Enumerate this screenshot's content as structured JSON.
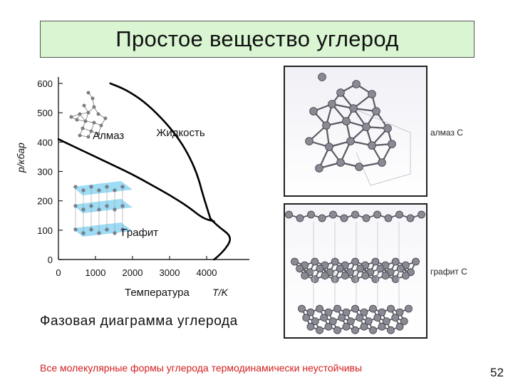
{
  "title": "Простое вещество углерод",
  "caption": "Фазовая диаграмма углерода",
  "footnote": "Все молекулярные формы углерода термодинамически неустойчивы",
  "page_number": "52",
  "crystal_labels": {
    "diamond": "алмаз С",
    "graphite": "графит С"
  },
  "colors": {
    "title_background": "#d9f5d2",
    "footnote": "#d42020",
    "layer_plane": "#7ecff0",
    "atom": "#808088"
  },
  "chart_data": {
    "type": "phase-diagram",
    "xlabel": "Температура",
    "xlabel_unit": "T/K",
    "ylabel": "p/кбар",
    "x_ticks": [
      0,
      1000,
      2000,
      3000,
      4000
    ],
    "y_ticks": [
      0,
      100,
      200,
      300,
      400,
      500,
      600
    ],
    "xlim": [
      0,
      5000
    ],
    "ylim": [
      0,
      600
    ],
    "region_labels": [
      {
        "name": "Алмаз",
        "x": 1350,
        "y": 410
      },
      {
        "name": "Жидкость",
        "x": 3300,
        "y": 420
      },
      {
        "name": "Графит",
        "x": 2200,
        "y": 80
      }
    ],
    "boundaries": [
      {
        "name": "diamond-graphite",
        "points": [
          [
            0,
            410
          ],
          [
            500,
            380
          ],
          [
            1000,
            350
          ],
          [
            1500,
            320
          ],
          [
            2000,
            290
          ],
          [
            2500,
            255
          ],
          [
            3000,
            220
          ],
          [
            3500,
            180
          ],
          [
            3900,
            140
          ],
          [
            4200,
            130
          ]
        ]
      },
      {
        "name": "diamond-liquid",
        "points": [
          [
            1400,
            600
          ],
          [
            1800,
            580
          ],
          [
            2300,
            540
          ],
          [
            2800,
            480
          ],
          [
            3200,
            420
          ],
          [
            3500,
            360
          ],
          [
            3750,
            290
          ],
          [
            3900,
            220
          ],
          [
            4100,
            140
          ]
        ]
      },
      {
        "name": "graphite-liquid",
        "points": [
          [
            4100,
            140
          ],
          [
            4250,
            120
          ],
          [
            4450,
            100
          ],
          [
            4600,
            85
          ],
          [
            4650,
            65
          ],
          [
            4500,
            35
          ],
          [
            4300,
            10
          ],
          [
            4200,
            0
          ]
        ]
      }
    ]
  }
}
